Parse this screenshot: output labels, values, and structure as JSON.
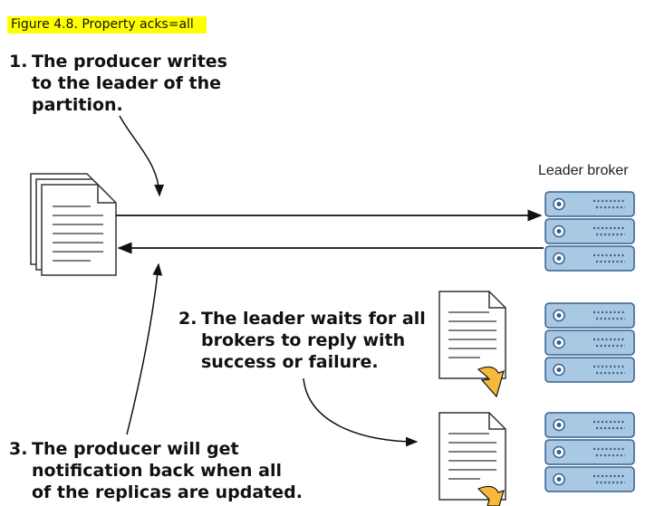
{
  "figure_title": "Figure 4.8. Property acks=all",
  "steps": [
    {
      "number": "1.",
      "lines": [
        "The producer writes",
        "to the leader of the",
        "partition."
      ]
    },
    {
      "number": "2.",
      "lines": [
        "The leader waits for all",
        "brokers to reply with",
        "success or failure."
      ]
    },
    {
      "number": "3.",
      "lines": [
        "The producer will get",
        "notification back when all",
        "of the replicas are updated."
      ]
    }
  ],
  "leader_broker_label": "Leader broker",
  "colors": {
    "server_fill": "#a9c8e3",
    "server_stroke": "#35618e",
    "replica_arrow": "#f6b93b",
    "highlight": "#ffff00"
  }
}
